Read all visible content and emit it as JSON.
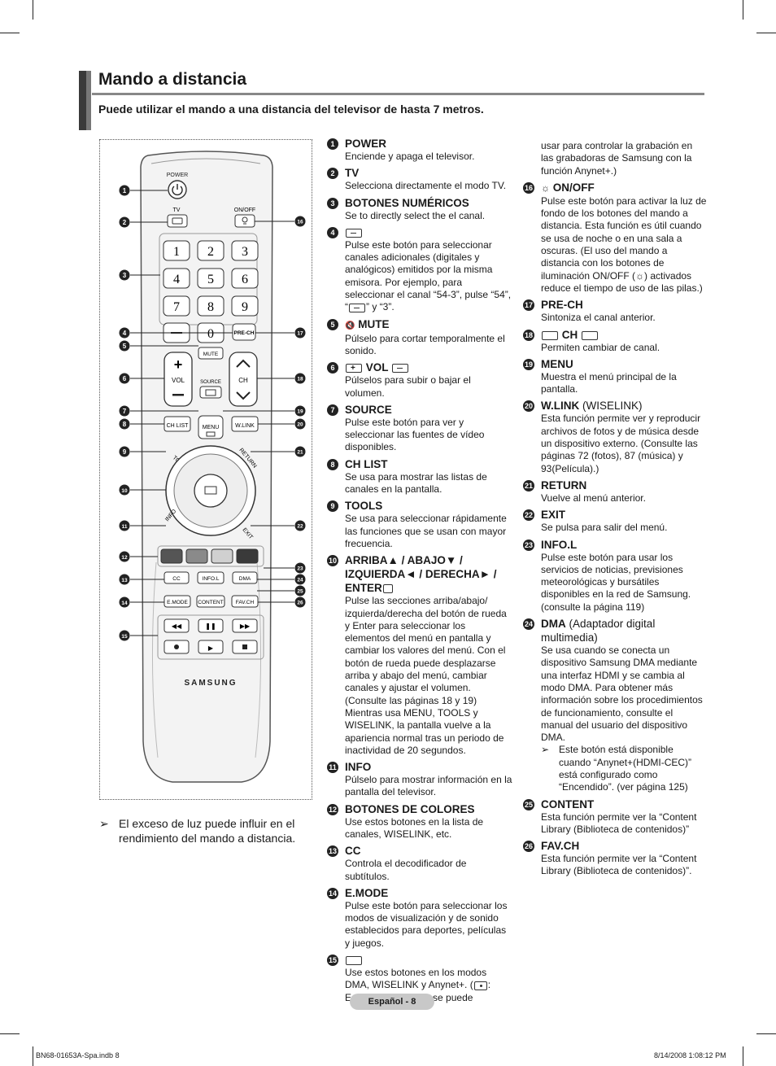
{
  "page": {
    "title": "Mando a distancia",
    "subtitle": "Puede utilizar el mando a una distancia del televisor de hasta 7 metros.",
    "left_note": "El exceso de luz puede influir en el rendimiento del mando a distancia.",
    "footer_label": "Español - 8",
    "footer_file": "BN68-01653A-Spa.indb   8",
    "footer_date": "8/14/2008   1:08:12 PM"
  },
  "remote": {
    "labels": {
      "power": "POWER",
      "tv": "TV",
      "onoff": "ON/OFF",
      "prech": "PRE-CH",
      "mute": "MUTE",
      "vol": "VOL",
      "source": "SOURCE",
      "ch": "CH",
      "chlist": "CH LIST",
      "menu": "MENU",
      "wlink": "W.LINK",
      "tools": "TOOLS",
      "return": "RETURN",
      "info": "INFO",
      "exit": "EXIT",
      "cc": "CC",
      "infol": "INFO.L",
      "dma": "DMA",
      "emode": "E.MODE",
      "content": "CONTENT",
      "favch": "FAV.CH",
      "brand": "SAMSUNG"
    },
    "digits": [
      "1",
      "2",
      "3",
      "4",
      "5",
      "6",
      "7",
      "8",
      "9",
      "0"
    ],
    "color_keys": [
      "#555555",
      "#8a8a8a",
      "#d0d0d0",
      "#3a3a3a"
    ],
    "callouts": {
      "left": [
        "1",
        "2",
        "3",
        "4",
        "5",
        "6",
        "7",
        "8",
        "9",
        "10",
        "11",
        "12",
        "13",
        "14",
        "15"
      ],
      "right": [
        "16",
        "17",
        "18",
        "19",
        "20",
        "21",
        "22",
        "23",
        "24",
        "25",
        "26"
      ]
    }
  },
  "items_col1": [
    {
      "num": "1",
      "head": "POWER",
      "desc": "Enciende y apaga el televisor."
    },
    {
      "num": "2",
      "head": "TV",
      "desc": "Selecciona directamente el modo TV."
    },
    {
      "num": "3",
      "head": "BOTONES NUMÉRICOS",
      "desc": "Se to directly select the el canal."
    },
    {
      "num": "4",
      "head": "",
      "desc_a": "Pulse este botón para seleccionar canales adicionales (digitales y analógicos) emitidos por la misma emisora. Por ejemplo, para seleccionar el canal “54-3”, pulse “54”, “",
      "desc_b": "” y “3”."
    },
    {
      "num": "5",
      "head": "MUTE",
      "desc": "Púlselo para cortar temporalmente el sonido."
    },
    {
      "num": "6",
      "head": "VOL",
      "desc": "Púlselos para subir o bajar el volumen."
    },
    {
      "num": "7",
      "head": "SOURCE",
      "desc": "Pulse este botón para ver y seleccionar las fuentes de vídeo disponibles."
    },
    {
      "num": "8",
      "head": "CH LIST",
      "desc": "Se usa para mostrar las listas de canales en la pantalla."
    },
    {
      "num": "9",
      "head": "TOOLS",
      "desc": "Se usa para seleccionar rápidamente las funciones que se usan con mayor frecuencia."
    },
    {
      "num": "10",
      "head": "ARRIBA▲ / ABAJO▼ / IZQUIERDA◄ / DERECHA► / ENTER",
      "desc": "Pulse las secciones arriba/abajo/ izquierda/derecha del botón de rueda y Enter para seleccionar los elementos del menú en pantalla y cambiar los valores del menú. Con el botón de rueda puede desplazarse arriba y abajo del menú, cambiar canales y ajustar el volumen. (Consulte las páginas 18 y 19) Mientras usa MENU, TOOLS y WISELINK, la pantalla vuelve a la apariencia normal tras un periodo de inactividad de 20 segundos."
    },
    {
      "num": "11",
      "head": "INFO",
      "desc": "Púlselo para mostrar información en la pantalla del televisor."
    },
    {
      "num": "12",
      "head": "BOTONES DE COLORES",
      "desc": "Use estos botones en la lista de canales, WISELINK, etc."
    },
    {
      "num": "13",
      "head": "CC",
      "desc": "Controla el decodificador de subtítulos."
    },
    {
      "num": "14",
      "head": "E.MODE",
      "desc": "Pulse este botón para seleccionar los modos de visualización y de sonido establecidos para deportes, películas y juegos."
    },
    {
      "num": "15",
      "head": "",
      "desc_a": "Use estos botones en los modos DMA, WISELINK y Anynet+. (",
      "desc_b": ": Este mando remoto se puede"
    }
  ],
  "items_col2": {
    "continuation": "usar para controlar la grabación en las grabadoras de Samsung con la función Anynet+.)",
    "list": [
      {
        "num": "16",
        "head": "ON/OFF",
        "desc_a": "Pulse este botón para activar la luz de fondo de los botones del mando a distancia. Esta función es útil cuando se usa de noche o en una sala a oscuras. (El uso del mando a distancia con los botones de iluminación ON/OFF (",
        "desc_b": ") activados reduce el tiempo de uso de las pilas.)"
      },
      {
        "num": "17",
        "head": "PRE-CH",
        "desc": "Sintoniza el canal anterior."
      },
      {
        "num": "18",
        "head": "CH",
        "desc": "Permiten cambiar de canal."
      },
      {
        "num": "19",
        "head": "MENU",
        "desc": "Muestra el menú principal de la pantalla."
      },
      {
        "num": "20",
        "head": "W.LINK",
        "head_plain": " (WISELINK)",
        "desc": "Esta función permite ver y reproducir archivos de fotos y de música desde un dispositivo externo. (Consulte las páginas 72 (fotos), 87 (música) y 93(Película).)"
      },
      {
        "num": "21",
        "head": "RETURN",
        "desc": "Vuelve al menú anterior."
      },
      {
        "num": "22",
        "head": "EXIT",
        "desc": "Se pulsa para salir del menú."
      },
      {
        "num": "23",
        "head": "INFO.L",
        "desc": "Pulse este botón para usar los servicios de noticias, previsiones meteorológicas y bursátiles disponibles en la red de Samsung. (consulte la página 119)"
      },
      {
        "num": "24",
        "head": "DMA",
        "head_plain": " (Adaptador digital multimedia)",
        "desc": "Se usa cuando se conecta un dispositivo Samsung DMA mediante una interfaz HDMI y se cambia al modo DMA. Para obtener más información sobre los procedimientos de funcionamiento, consulte el manual del usuario del dispositivo DMA.",
        "note": "Este botón está disponible cuando “Anynet+(HDMI-CEC)” está configurado como “Encendido”. (ver página 125)"
      },
      {
        "num": "25",
        "head": "CONTENT",
        "desc": "Esta función permite ver la “Content Library (Biblioteca de contenidos)”"
      },
      {
        "num": "26",
        "head": "FAV.CH",
        "desc": "Esta función permite ver la “Content Library (Biblioteca de contenidos)”."
      }
    ]
  }
}
